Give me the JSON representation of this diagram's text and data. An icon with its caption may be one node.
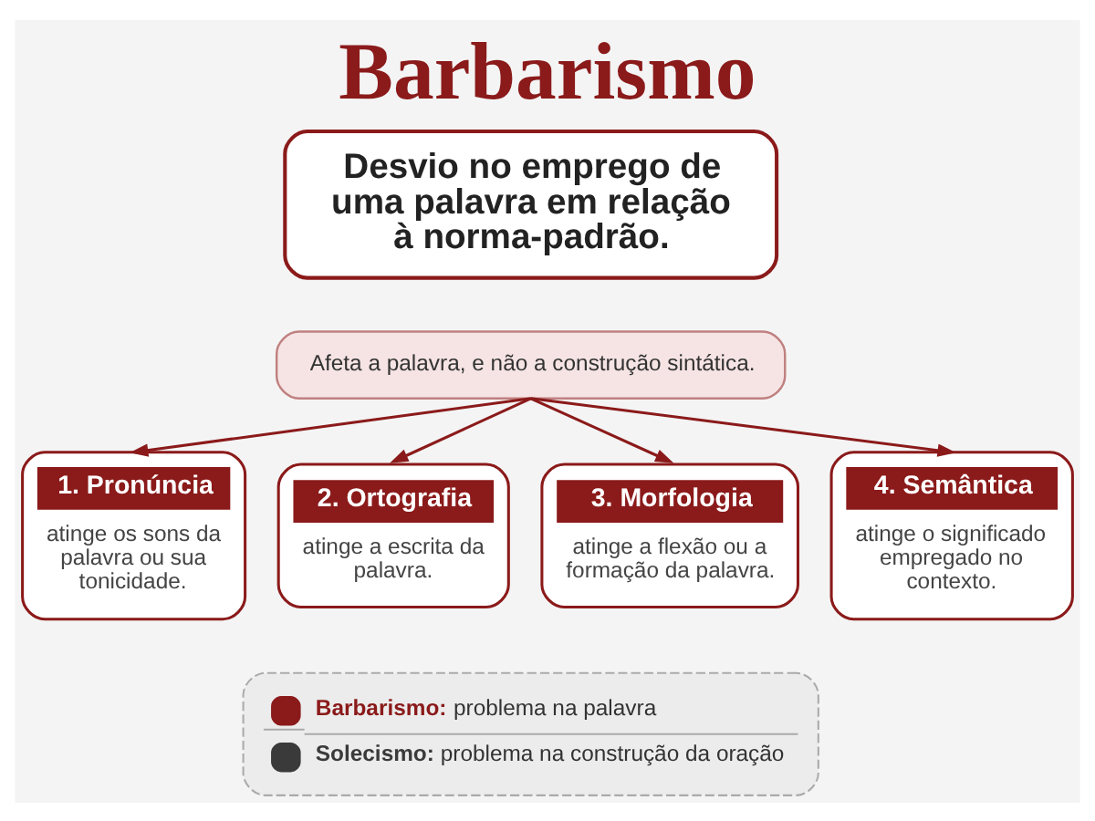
{
  "diagram": {
    "title": "Barbarismo",
    "nodes": [
      {
        "text": [
          "Desvio no emprego de uma palavra em relação à norma-padrão."
        ]
      },
      {
        "text": [
          "Afeta a palavra, e não a construção sintática."
        ]
      },
      {
        "text": [
          "1. Pronúncia",
          "atinge os sons da palavra ou sua tonicidade."
        ]
      },
      {
        "text": [
          "2. Ortografia",
          "atinge a escrita da palavra."
        ]
      },
      {
        "text": [
          "3. Morfologia",
          "atinge a flexão ou a formação da palavra."
        ]
      },
      {
        "text": [
          "4. Semântica",
          "atinge o significado empregado no contexto."
        ]
      },
      {
        "text": [
          "**Barbarismo:** problema na palavra",
          "**Solecismo:** problema na construção da oração"
        ]
      }
    ],
    "edges": [
      {
        "from": 1,
        "to": 2,
        "arrow": "to"
      },
      {
        "from": 1,
        "to": 3,
        "arrow": "to"
      },
      {
        "from": 1,
        "to": 4,
        "arrow": "to"
      },
      {
        "from": 1,
        "to": 5,
        "arrow": "to"
      }
    ]
  }
}
